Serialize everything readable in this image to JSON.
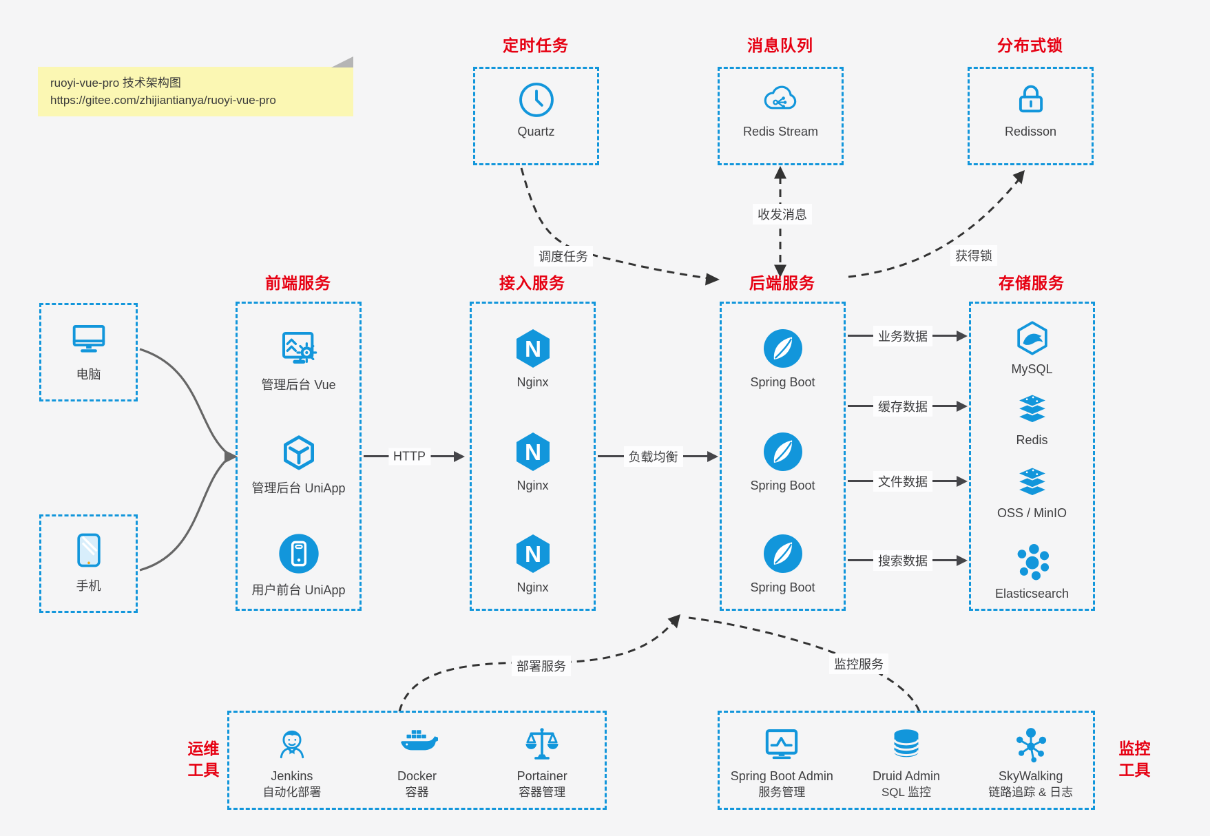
{
  "note": {
    "title": "ruoyi-vue-pro 技术架构图",
    "url": "https://gitee.com/zhijiantianya/ruoyi-vue-pro"
  },
  "colors": {
    "accent_blue": "#1296db",
    "title_red": "#e60012",
    "canvas_bg": "#f5f5f6",
    "note_yellow": "#fbf7b3",
    "solid_arrow": "#454549",
    "dashed_curve": "#333333",
    "client_curve": "#666666"
  },
  "top_groups": [
    {
      "title": "定时任务",
      "item": {
        "label": "Quartz",
        "icon": "clock-icon"
      }
    },
    {
      "title": "消息队列",
      "item": {
        "label": "Redis Stream",
        "icon": "cloud-share-icon"
      }
    },
    {
      "title": "分布式锁",
      "item": {
        "label": "Redisson",
        "icon": "lock-icon"
      }
    }
  ],
  "clients": [
    {
      "label": "电脑",
      "icon": "desktop-icon"
    },
    {
      "label": "手机",
      "icon": "phone-icon"
    }
  ],
  "columns": [
    {
      "title": "前端服务",
      "items": [
        {
          "label": "管理后台 Vue",
          "icon": "admin-vue-icon"
        },
        {
          "label": "管理后台 UniApp",
          "icon": "uniapp-cube-icon"
        },
        {
          "label": "用户前台 UniApp",
          "icon": "user-app-icon"
        }
      ]
    },
    {
      "title": "接入服务",
      "items": [
        {
          "label": "Nginx",
          "icon": "nginx-icon"
        },
        {
          "label": "Nginx",
          "icon": "nginx-icon"
        },
        {
          "label": "Nginx",
          "icon": "nginx-icon"
        }
      ]
    },
    {
      "title": "后端服务",
      "items": [
        {
          "label": "Spring Boot",
          "icon": "spring-boot-icon"
        },
        {
          "label": "Spring Boot",
          "icon": "spring-boot-icon"
        },
        {
          "label": "Spring Boot",
          "icon": "spring-boot-icon"
        }
      ]
    },
    {
      "title": "存储服务",
      "items": [
        {
          "label": "MySQL",
          "icon": "mysql-icon"
        },
        {
          "label": "Redis",
          "icon": "redis-stack-icon"
        },
        {
          "label": "OSS / MinIO",
          "icon": "storage-stack-icon"
        },
        {
          "label": "Elasticsearch",
          "icon": "elasticsearch-icon"
        }
      ]
    }
  ],
  "bottom_groups": [
    {
      "title_lines": [
        "运维",
        "工具"
      ],
      "items": [
        {
          "name": "Jenkins",
          "desc": "自动化部署",
          "icon": "jenkins-icon"
        },
        {
          "name": "Docker",
          "desc": "容器",
          "icon": "docker-icon"
        },
        {
          "name": "Portainer",
          "desc": "容器管理",
          "icon": "portainer-icon"
        }
      ]
    },
    {
      "title_lines": [
        "监控",
        "工具"
      ],
      "items": [
        {
          "name": "Spring Boot Admin",
          "desc": "服务管理",
          "icon": "spring-boot-admin-icon"
        },
        {
          "name": "Druid Admin",
          "desc": "SQL 监控",
          "icon": "druid-icon"
        },
        {
          "name": "SkyWalking",
          "desc": "链路追踪 & 日志",
          "icon": "skywalking-icon"
        }
      ]
    }
  ],
  "edges": {
    "http": "HTTP",
    "load_balance": "负载均衡",
    "business_data": "业务数据",
    "cache_data": "缓存数据",
    "file_data": "文件数据",
    "search_data": "搜索数据",
    "schedule_task": "调度任务",
    "send_receive_message": "收发消息",
    "acquire_lock": "获得锁",
    "deploy_service": "部署服务",
    "monitor_service": "监控服务"
  }
}
